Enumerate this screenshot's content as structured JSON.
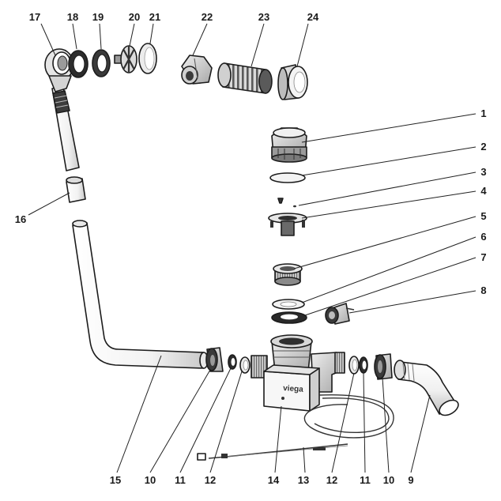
{
  "diagram": {
    "brand": "viega",
    "callouts": {
      "c1": "1",
      "c2": "2",
      "c3": "3",
      "c4": "4",
      "c5": "5",
      "c6": "6",
      "c7": "7",
      "c8": "8",
      "c9": "9",
      "c10a": "10",
      "c10b": "10",
      "c11a": "11",
      "c11b": "11",
      "c12a": "12",
      "c12b": "12",
      "c13": "13",
      "c14": "14",
      "c15": "15",
      "c16": "16",
      "c17": "17",
      "c18": "18",
      "c19": "19",
      "c20": "20",
      "c21": "21",
      "c22": "22",
      "c23": "23",
      "c24": "24"
    }
  }
}
